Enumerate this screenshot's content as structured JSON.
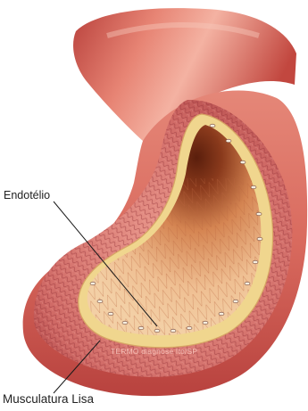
{
  "labels": {
    "endothelium": "Endotélio",
    "smooth_muscle": "Musculatura Lisa"
  },
  "watermark": "TERMO diagnose Ito/SP",
  "colors": {
    "background": "#ffffff",
    "outer_vessel": "#d0574f",
    "outer_highlight": "#f0a293",
    "muscle_layer": "#c85a5a",
    "endothelium_band": "#f0d68e",
    "lumen_wall": "#e8a978",
    "lumen_deep": "#6a2410",
    "leader_line": "#1a1a1a"
  }
}
